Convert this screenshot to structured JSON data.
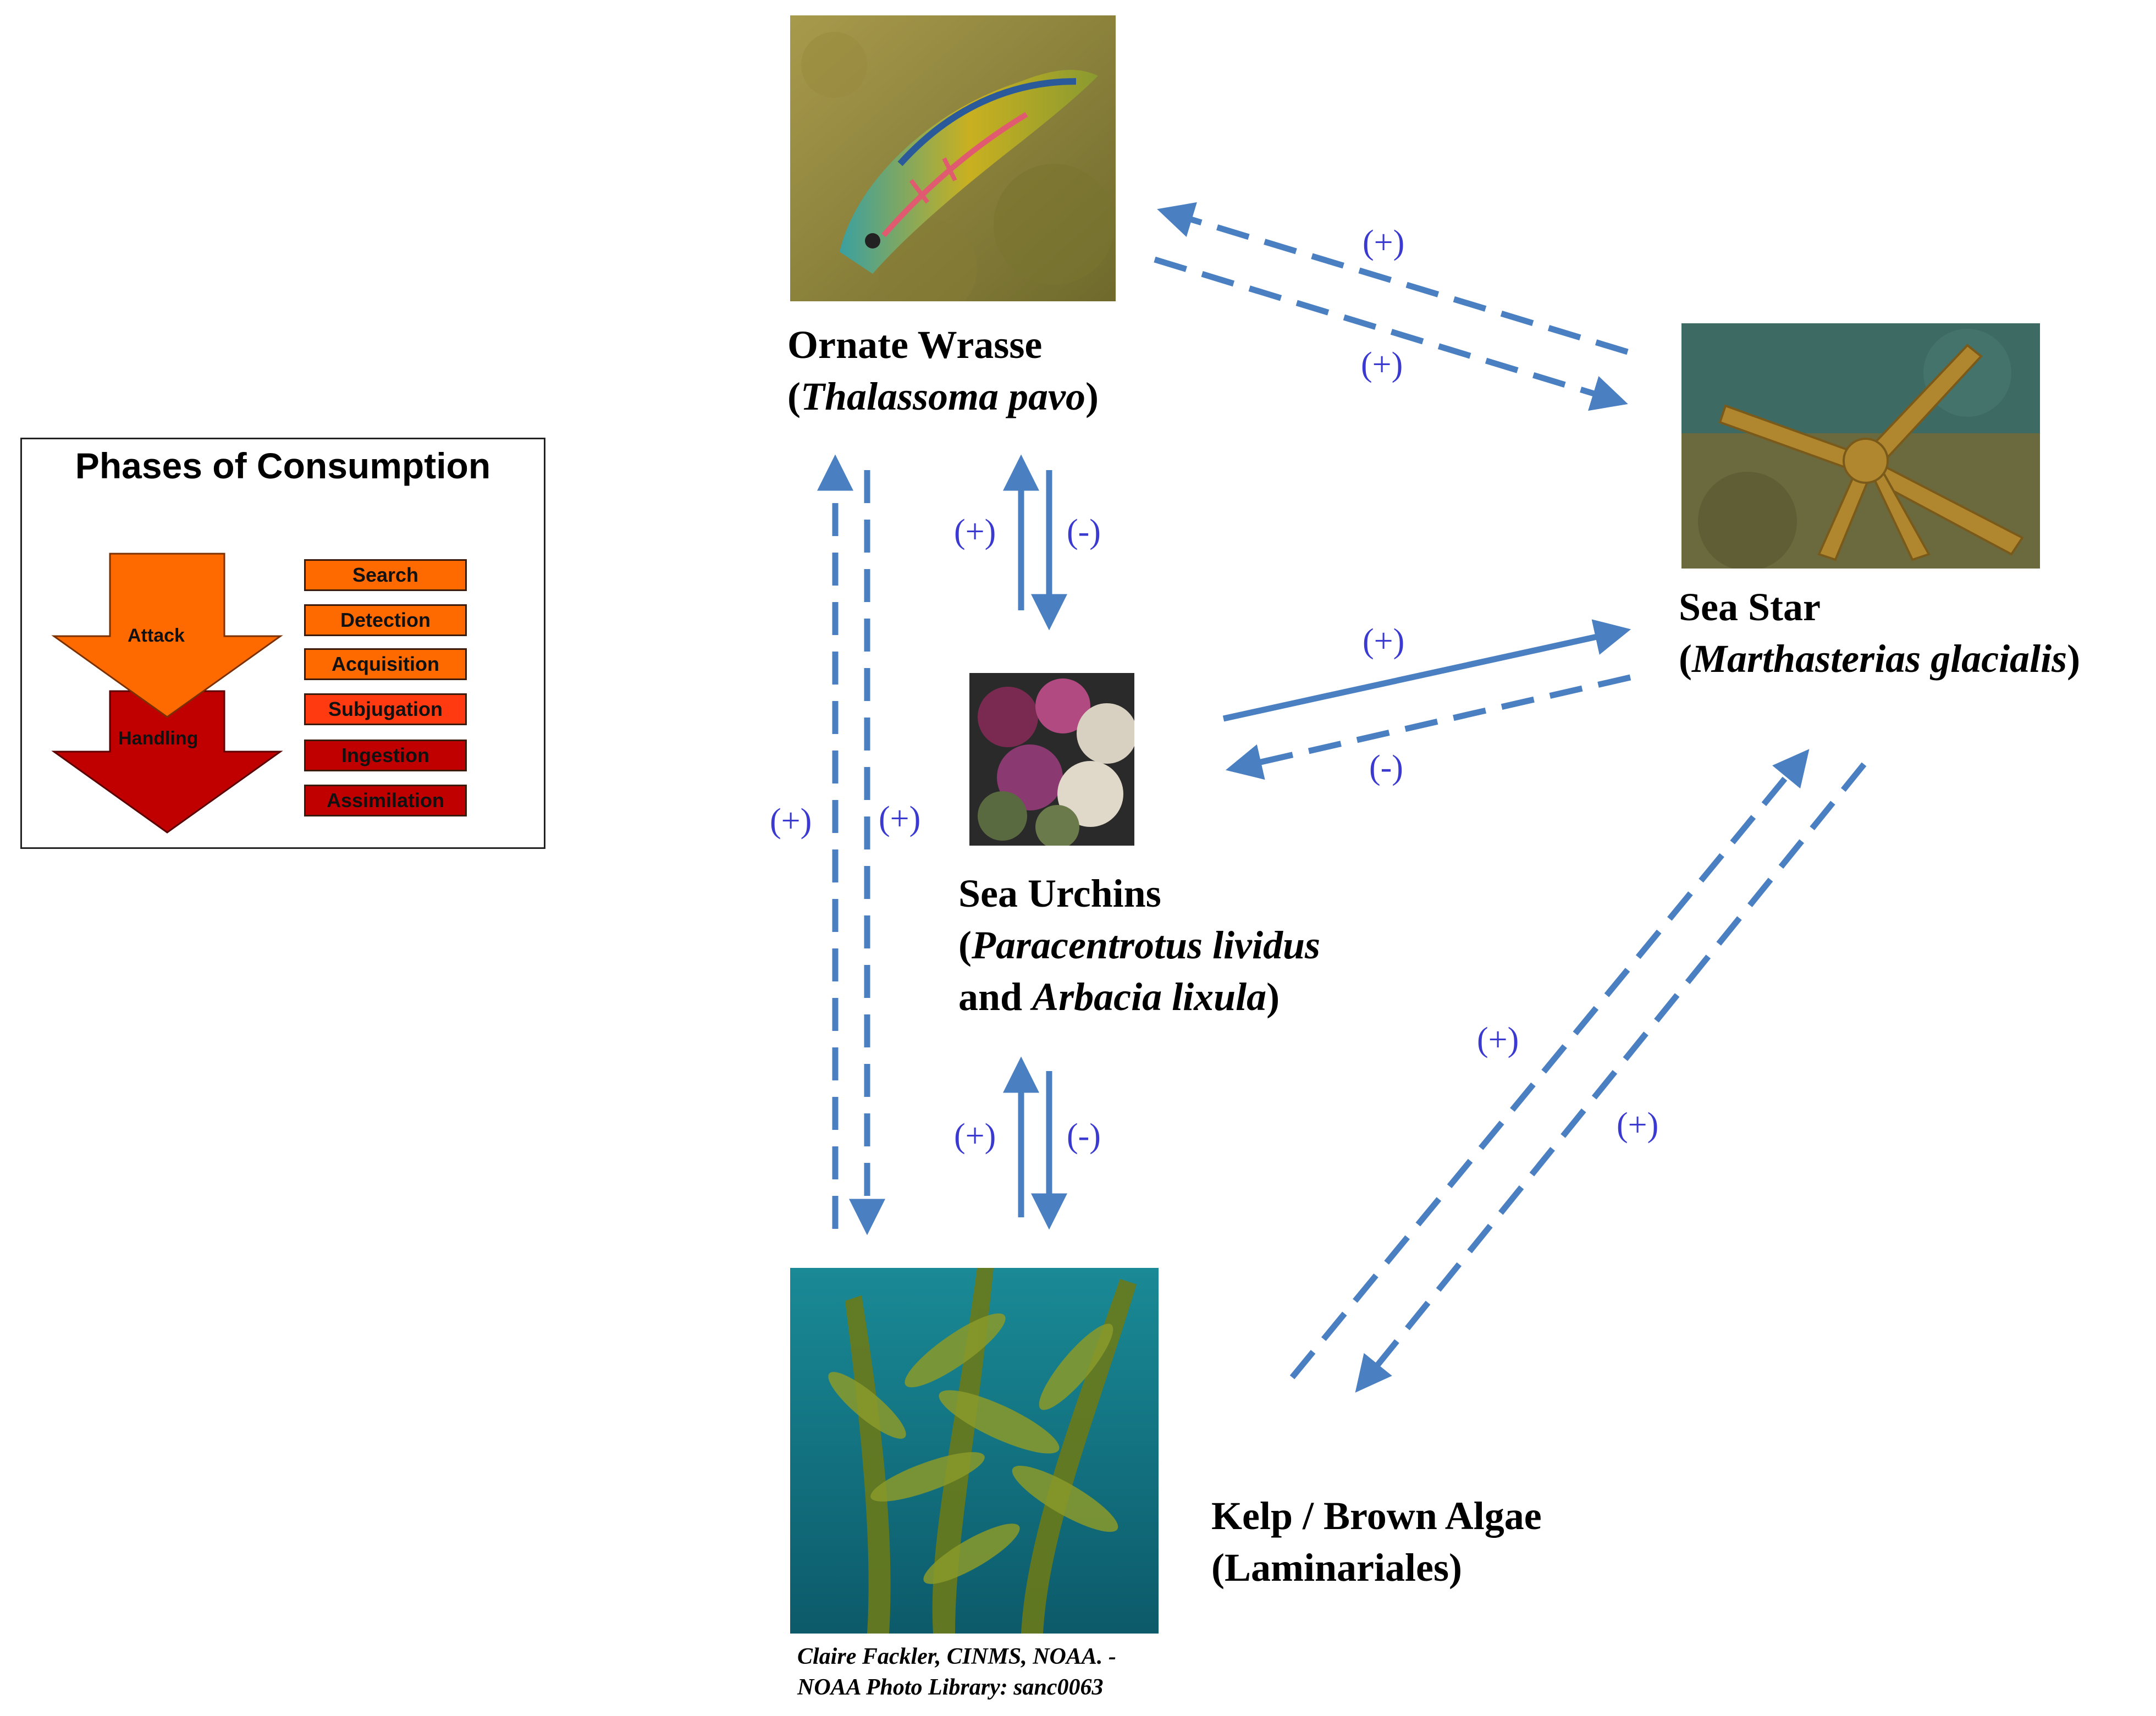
{
  "nodes": {
    "wrasse": {
      "common": "Ornate Wrasse",
      "open": "(",
      "sci": "Thalassoma pavo",
      "close": ")"
    },
    "seastar": {
      "common": "Sea Star",
      "open": "(",
      "sci": "Marthasterias glacialis",
      "close": ")"
    },
    "urchins": {
      "common": "Sea Urchins",
      "open": "(",
      "sci1": "Paracentrotus lividus",
      "and": "and ",
      "sci2": "Arbacia lixula",
      "close": ")"
    },
    "kelp": {
      "common": "Kelp / Brown Algae",
      "sci": "(Laminariales)"
    }
  },
  "credit": {
    "line1": "Claire Fackler, CINMS, NOAA. -",
    "line2": "NOAA Photo Library: sanc0063"
  },
  "signs": {
    "wrasse_to_star": "(+)",
    "star_to_wrasse": "(+)",
    "urchin_to_star": "(+)",
    "star_to_urchin": "(-)",
    "urchin_to_wrasse": "(+)",
    "wrasse_to_urchin": "(-)",
    "kelp_to_wrasse": "(+)",
    "wrasse_to_kelp": "(+)",
    "kelp_to_urchin": "(+)",
    "urchin_to_kelp": "(-)",
    "kelp_to_star": "(+)",
    "star_to_kelp": "(+)"
  },
  "phases": {
    "title": "Phases of Consumption",
    "attack": "Attack",
    "handling": "Handling",
    "steps": [
      "Search",
      "Detection",
      "Acquisition",
      "Subjugation",
      "Ingestion",
      "Assimilation"
    ]
  },
  "colors": {
    "arrow": "#4a7fc1",
    "sign": "#3a3ad0",
    "attack": "#ff6a00",
    "handling": "#c00000"
  }
}
